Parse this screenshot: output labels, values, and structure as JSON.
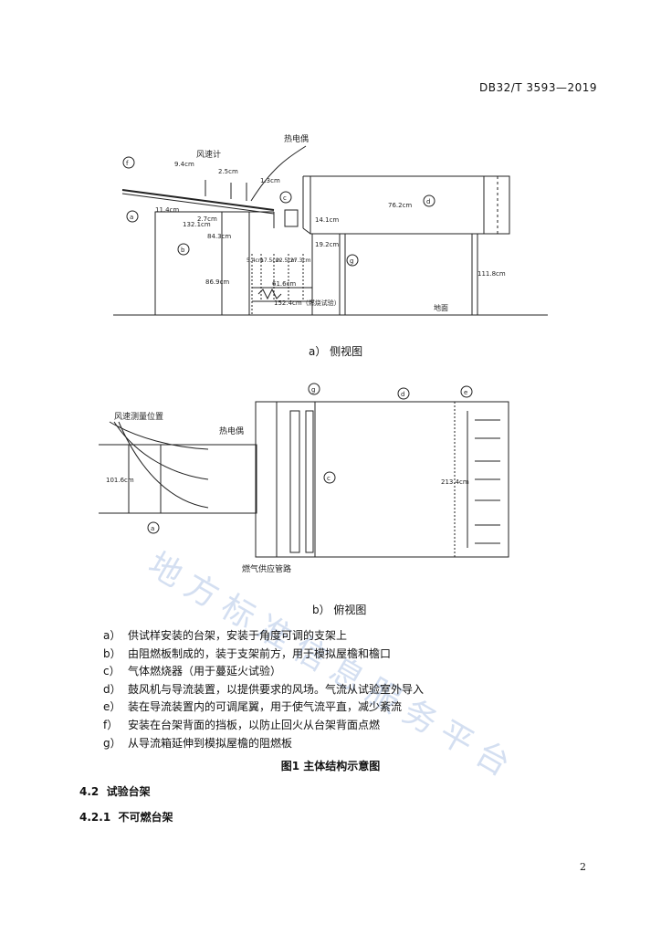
{
  "header": {
    "doc_code": "DB32/T 3593—2019"
  },
  "side_view": {
    "caption": "a）  侧视图",
    "labels": {
      "thermocouple": "热电偶",
      "anemometer": "风速计",
      "d_9_4": "9.4cm",
      "d_2_5": "2.5cm",
      "d_1_3": "1.3cm",
      "d_11_4": "11.4cm",
      "d_2_7": "2.7cm",
      "d_132_1": "132.1cm",
      "d_84_3": "84.3cm",
      "d_76_2": "76.2cm",
      "d_14_1": "14.1cm",
      "d_19_2": "19.2cm",
      "d_5_4": "5.4cm",
      "d_17_5": "17.5cm",
      "d_22_5": "22.5cm",
      "d_27_3": "27.3cm",
      "d_86_9": "86.9cm",
      "d_61_6": "61.6cm",
      "d_152_4": "152.4cm（燃烧试验）",
      "d_111_8": "111.8cm",
      "ground": "地面"
    },
    "callouts": {
      "f": "f",
      "a": "a",
      "b": "b",
      "c": "c",
      "d": "d",
      "g": "g"
    }
  },
  "top_view": {
    "caption": "b）  俯视图",
    "labels": {
      "wind_pos": "风速测量位置",
      "thermocouple": "热电偶",
      "d_101_6": "101.6cm",
      "d_213_4": "213.4cm",
      "gas_pipe": "燃气供应管路"
    },
    "callouts": {
      "g": "g",
      "d": "d",
      "e": "e",
      "c": "c",
      "a": "a"
    }
  },
  "legend": [
    {
      "key": "a）",
      "text": "供试样安装的台架，安装于角度可调的支架上"
    },
    {
      "key": "b）",
      "text": "由阻燃板制成的，装于支架前方，用于模拟屋檐和檐口"
    },
    {
      "key": "c）",
      "text": "气体燃烧器（用于蔓延火试验）"
    },
    {
      "key": "d）",
      "text": "鼓风机与导流装置，以提供要求的风场。气流从试验室外导入"
    },
    {
      "key": "e）",
      "text": "装在导流装置内的可调尾翼，用于使气流平直，减少紊流"
    },
    {
      "key": "f）",
      "text": "安装在台架背面的挡板，以防止回火从台架背面点燃"
    },
    {
      "key": "g）",
      "text": "从导流箱延伸到模拟屋檐的阻燃板"
    }
  ],
  "figure_title": "图1   主体结构示意图",
  "sections": [
    {
      "num": "4.2",
      "title": "试验台架"
    },
    {
      "num": "4.2.1",
      "title": "不可燃台架"
    }
  ],
  "page_number": "2",
  "watermark": "地方标准信息服务平台"
}
